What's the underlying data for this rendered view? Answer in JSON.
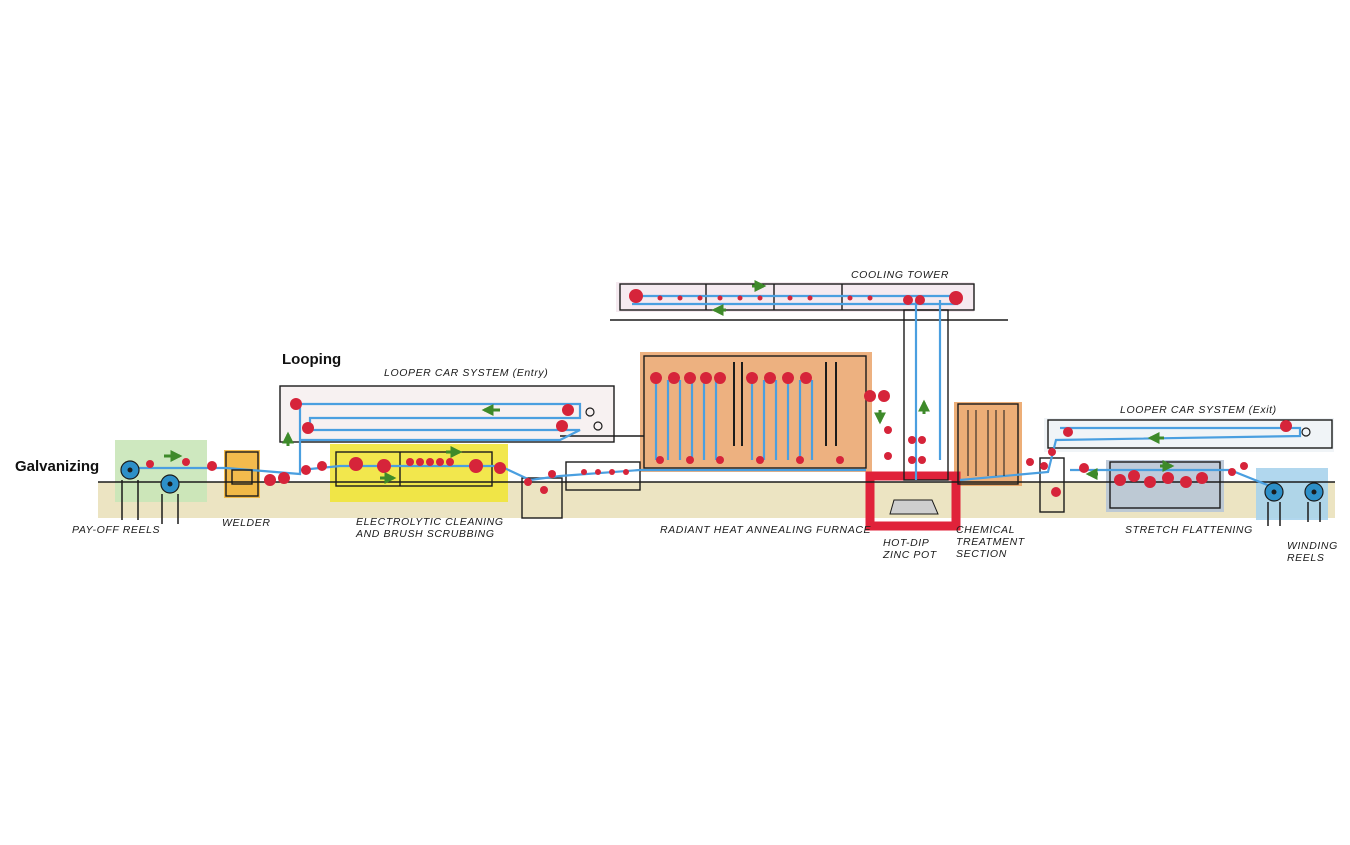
{
  "titles": {
    "galvanizing": "Galvanizing",
    "looping": "Looping"
  },
  "labels": {
    "payoff_reels": "PAY-OFF REELS",
    "welder": "WELDER",
    "looper_entry": "LOOPER CAR SYSTEM (Entry)",
    "electrolytic": "ELECTROLYTIC CLEANING\nAND BRUSH SCRUBBING",
    "cooling_tower": "COOLING TOWER",
    "furnace": "RADIANT HEAT ANNEALING FURNACE",
    "zinc_pot": "HOT-DIP\nZINC POT",
    "chemical": "CHEMICAL\nTREATMENT\nSECTION",
    "looper_exit": "LOOPER CAR SYSTEM (Exit)",
    "stretch": "STRETCH FLATTENING",
    "winding": "WINDING\nREELS"
  },
  "colors": {
    "ground": "#e9dfb7",
    "strip": "#4a9fe0",
    "roll": "#d6243a",
    "arrow": "#3e8a2a",
    "payoff_wash": "#c9e6b8",
    "welder_wash": "#f2b43a",
    "cleaning_wash": "#f1e43a",
    "furnace_wash": "#eaa36a",
    "zinc_frame": "#e0223a",
    "chemical_wash": "#e99a55",
    "stretch_wash": "#b8c5d6",
    "winding_wash": "#a9d3ec",
    "cooling_wash": "#f4e8ee",
    "outline": "#1b1b1b"
  }
}
